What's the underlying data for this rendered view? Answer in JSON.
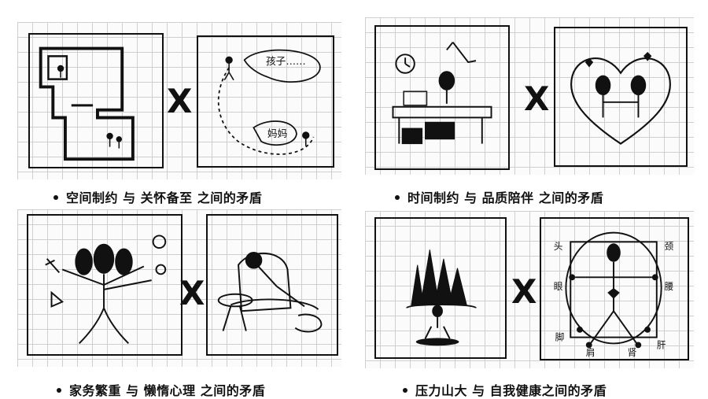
{
  "panels": [
    {
      "caption": "空间制约 与 关怀备至 之间的矛盾",
      "cross": "X",
      "left_sketch": {
        "name": "floor-plan-sketch",
        "text": ""
      },
      "right_sketch": {
        "name": "distant-conversation-sketch",
        "bubble1": "孩子……",
        "bubble2": "妈妈"
      }
    },
    {
      "caption": "时间制约 与 品质陪伴 之间的矛盾",
      "cross": "X",
      "left_sketch": {
        "name": "desk-work-sketch"
      },
      "right_sketch": {
        "name": "heart-couple-sketch"
      }
    },
    {
      "caption": "家务繁重 与 懒惰心理 之间的矛盾",
      "cross": "X",
      "left_sketch": {
        "name": "many-chores-sketch"
      },
      "right_sketch": {
        "name": "lazy-armchair-sketch"
      }
    },
    {
      "caption": "压力山大 与 自我健康之间的矛盾",
      "cross": "X",
      "left_sketch": {
        "name": "mountain-pressure-sketch"
      },
      "right_sketch": {
        "name": "body-health-sketch",
        "labels": [
          "头",
          "颈",
          "眼",
          "腰",
          "脚",
          "肩",
          "肾",
          "肝"
        ]
      }
    }
  ]
}
